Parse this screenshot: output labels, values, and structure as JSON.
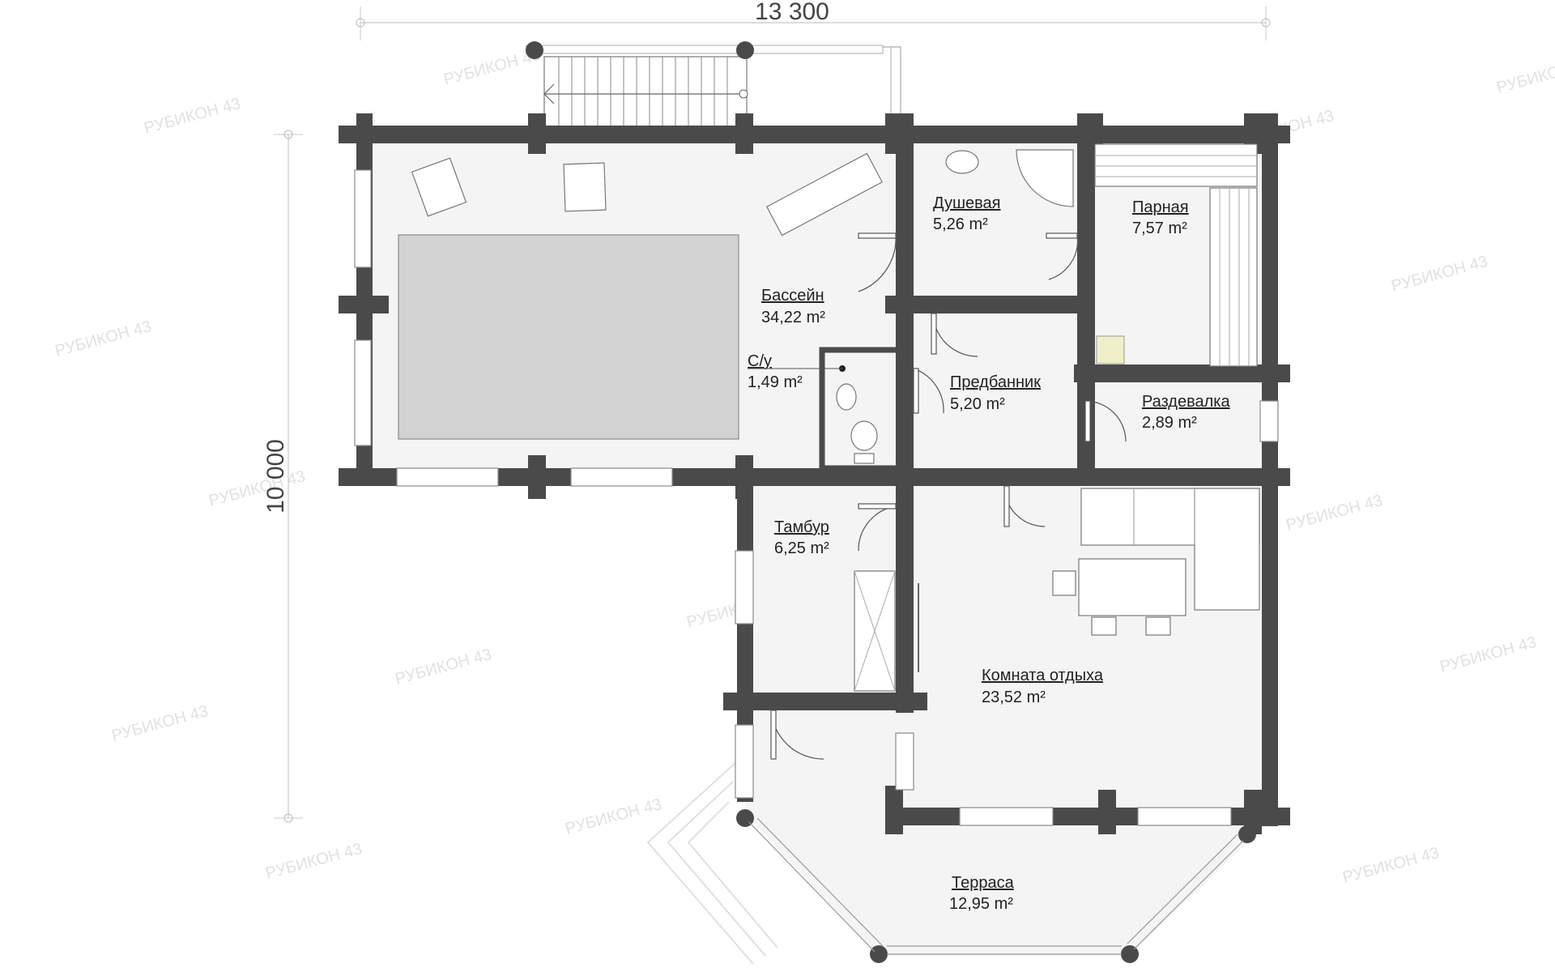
{
  "dimensions": {
    "width_label": "13 300",
    "height_label": "10 000"
  },
  "watermark": {
    "text": "РУБИКОН 43"
  },
  "rooms": [
    {
      "name": "Бассейн",
      "area": "34,22 m²"
    },
    {
      "name": "Душевая",
      "area": "5,26 m²"
    },
    {
      "name": "Парная",
      "area": "7,57 m²"
    },
    {
      "name": "С/у",
      "area": "1,49 m²"
    },
    {
      "name": "Предбанник",
      "area": "5,20 m²"
    },
    {
      "name": "Раздевалка",
      "area": "2,89 m²"
    },
    {
      "name": "Тамбур",
      "area": "6,25 m²"
    },
    {
      "name": "Комната отдыха",
      "area": "23,52 m²"
    },
    {
      "name": "Терраса",
      "area": "12,95 m²"
    }
  ],
  "colors": {
    "wall": "#4a4a4a",
    "floor": "#f4f4f4",
    "pool": "#d2d2d2"
  }
}
